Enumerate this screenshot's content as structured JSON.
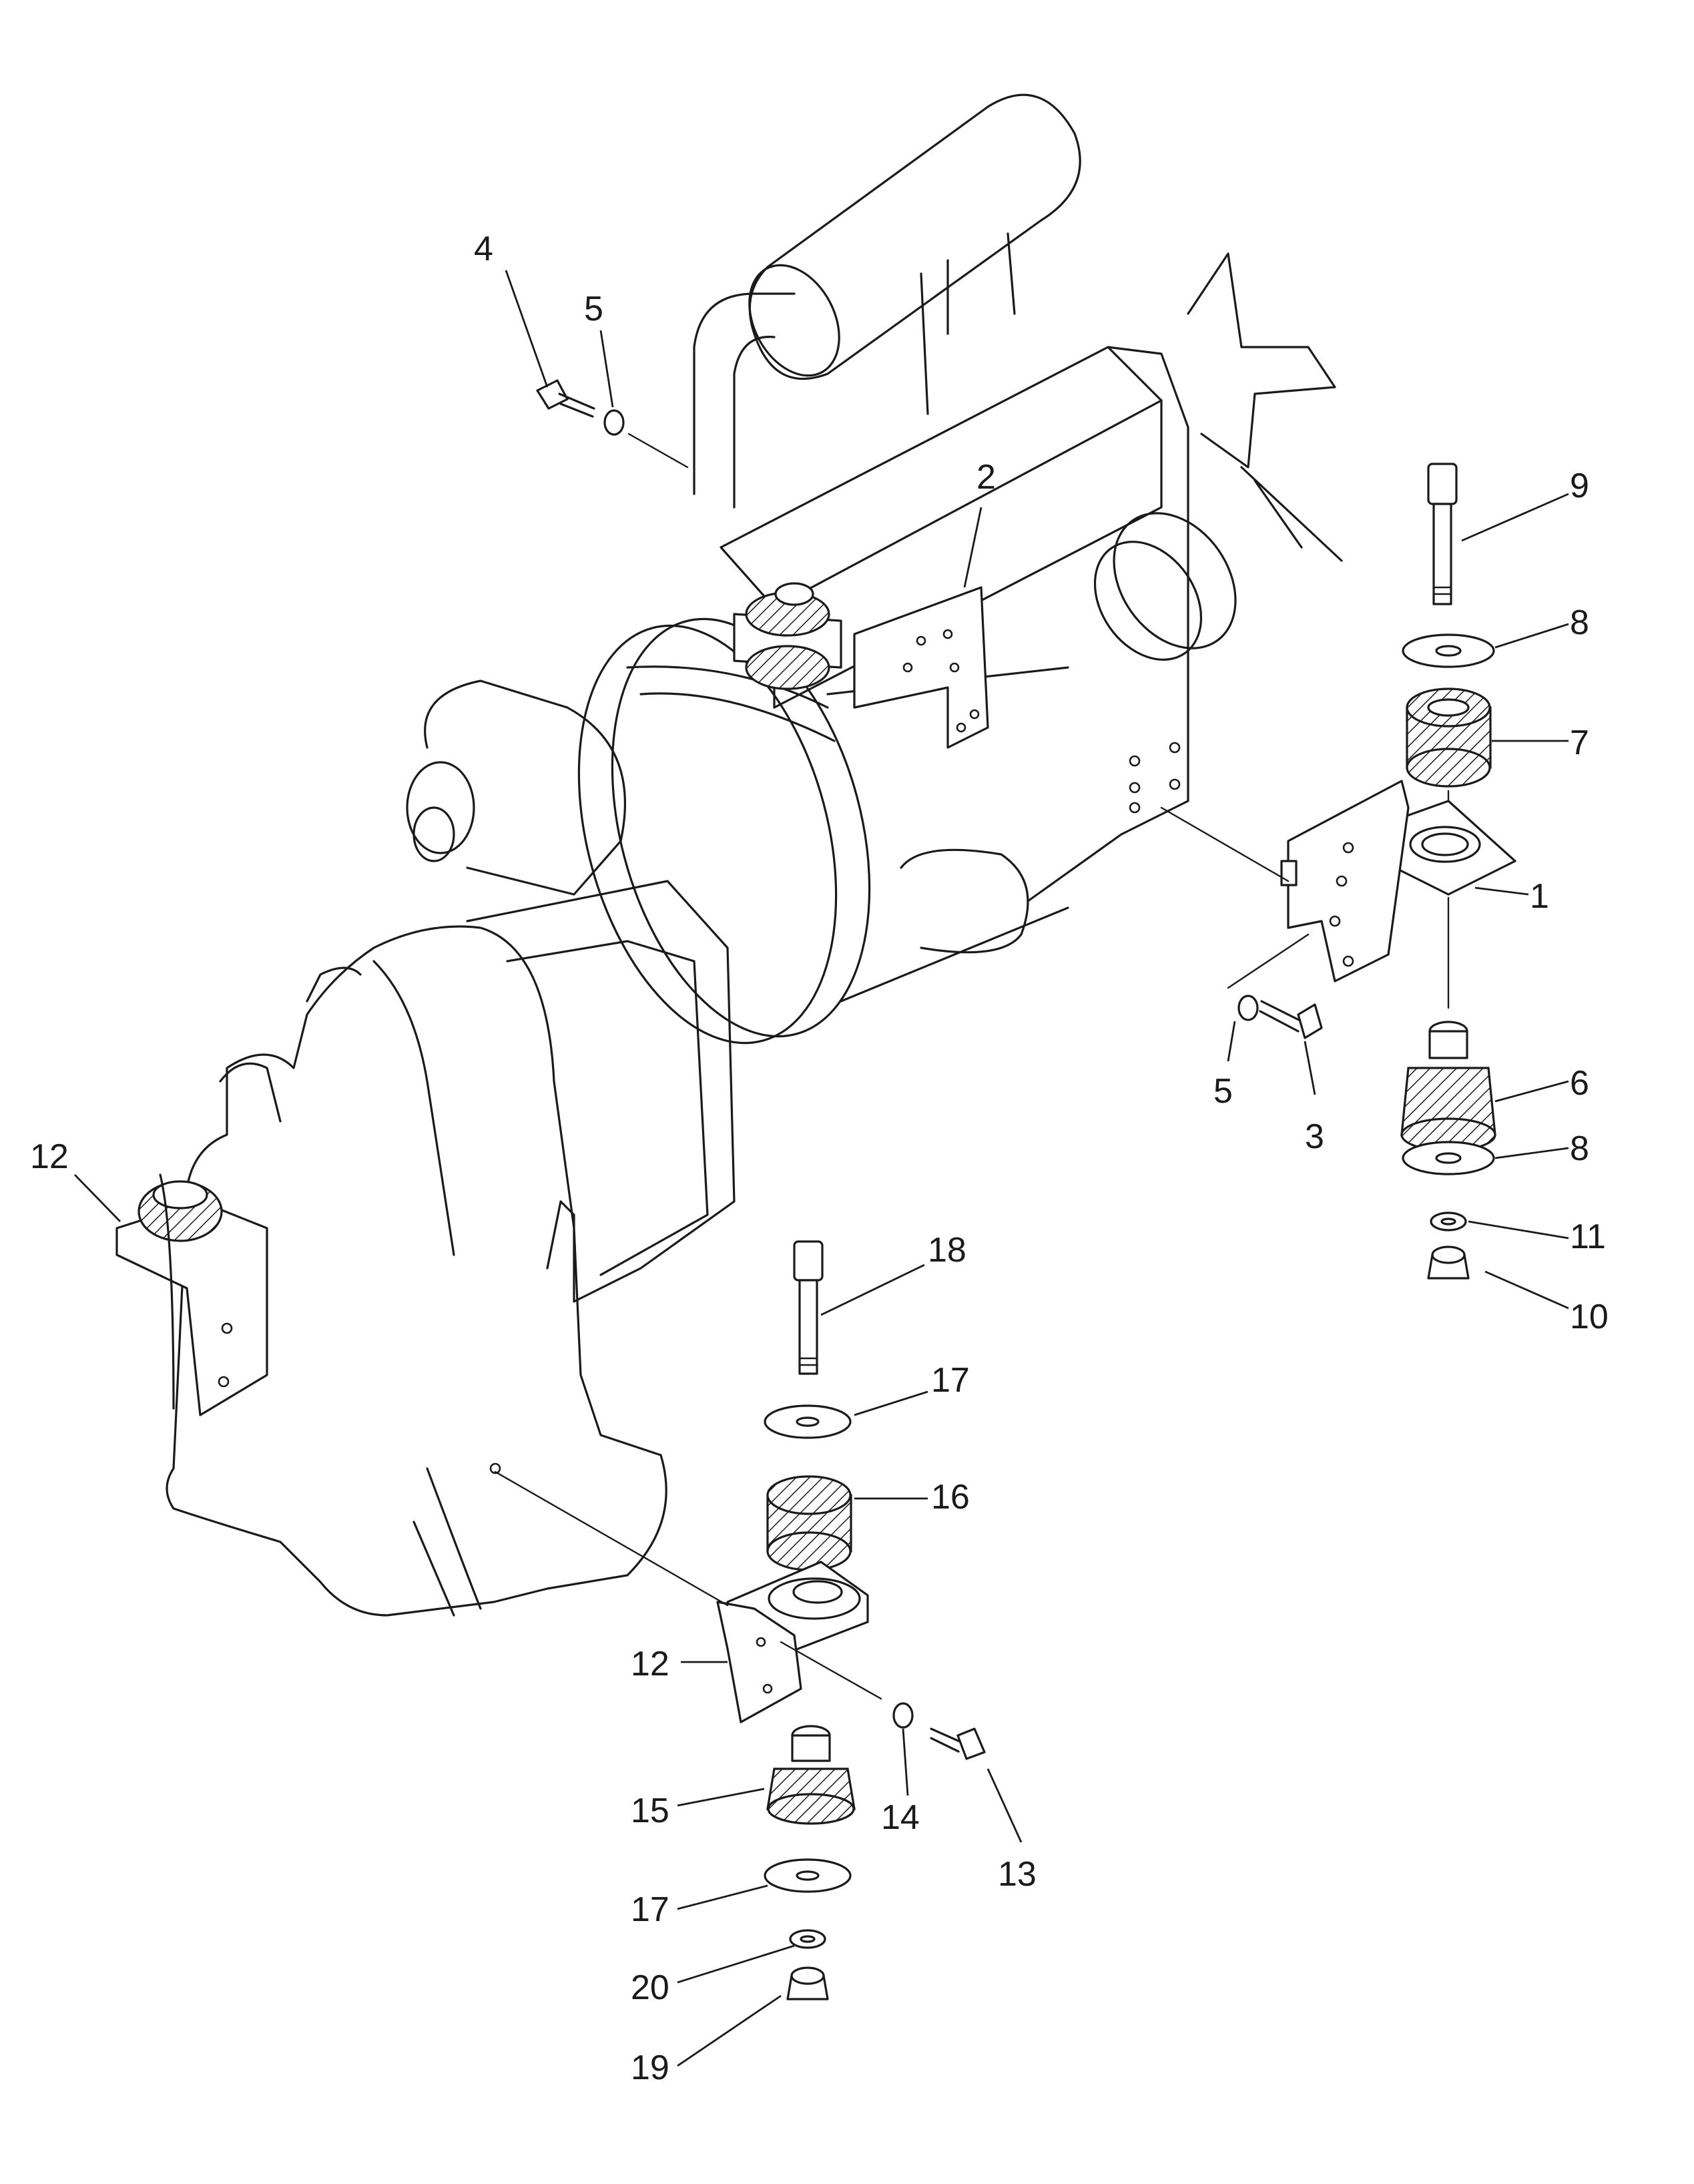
{
  "callouts": [
    {
      "key": "c1",
      "text": "1"
    },
    {
      "key": "c2",
      "text": "2"
    },
    {
      "key": "c3",
      "text": "3"
    },
    {
      "key": "c4",
      "text": "4"
    },
    {
      "key": "c5a",
      "text": "5"
    },
    {
      "key": "c5b",
      "text": "5"
    },
    {
      "key": "c6",
      "text": "6"
    },
    {
      "key": "c7",
      "text": "7"
    },
    {
      "key": "c8a",
      "text": "8"
    },
    {
      "key": "c8b",
      "text": "8"
    },
    {
      "key": "c9",
      "text": "9"
    },
    {
      "key": "c10",
      "text": "10"
    },
    {
      "key": "c11",
      "text": "11"
    },
    {
      "key": "c12a",
      "text": "12"
    },
    {
      "key": "c12b",
      "text": "12"
    },
    {
      "key": "c13",
      "text": "13"
    },
    {
      "key": "c14",
      "text": "14"
    },
    {
      "key": "c15",
      "text": "15"
    },
    {
      "key": "c16",
      "text": "16"
    },
    {
      "key": "c17a",
      "text": "17"
    },
    {
      "key": "c17b",
      "text": "17"
    },
    {
      "key": "c18",
      "text": "18"
    },
    {
      "key": "c19",
      "text": "19"
    },
    {
      "key": "c20",
      "text": "20"
    }
  ]
}
